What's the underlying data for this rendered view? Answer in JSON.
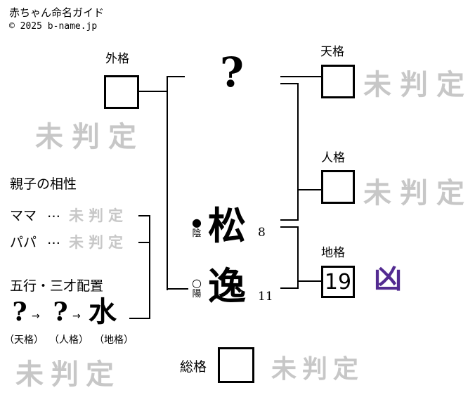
{
  "header": {
    "title": "赤ちゃん命名ガイド",
    "copyright": "© 2025 b-name.jp"
  },
  "colors": {
    "watermark_gray": "#c7c7c7",
    "verdict_purple": "#532b91",
    "line_black": "#000000"
  },
  "kaku": {
    "sotokaku": {
      "label": "外格",
      "value": "",
      "verdict": "未判定"
    },
    "tenkaku": {
      "label": "天格",
      "value": "",
      "verdict": "未判定"
    },
    "jinkaku": {
      "label": "人格",
      "value": "",
      "verdict": "未判定"
    },
    "chikaku": {
      "label": "地格",
      "value": "19",
      "verdict": "凶"
    },
    "sokaku": {
      "label": "総格",
      "value": "",
      "verdict": "未判定"
    }
  },
  "name": {
    "surname_placeholder": "?",
    "given_chars": [
      {
        "char": "松",
        "strokes": "8",
        "inyo_symbol": "●",
        "inyo_label": "陰"
      },
      {
        "char": "逸",
        "strokes": "11",
        "inyo_symbol": "○",
        "inyo_label": "陽"
      }
    ]
  },
  "compatibility": {
    "heading": "親子の相性",
    "rows": [
      {
        "label": "ママ",
        "dots": "…",
        "value": "未判定"
      },
      {
        "label": "パパ",
        "dots": "…",
        "value": "未判定"
      }
    ]
  },
  "sansai": {
    "heading": "五行・三才配置",
    "arrow": "→",
    "items": [
      {
        "element": "?",
        "caption": "（天格）"
      },
      {
        "element": "?",
        "caption": "（人格）"
      },
      {
        "element": "水",
        "caption": "（地格）"
      }
    ]
  },
  "footer_watermark": "未判定"
}
